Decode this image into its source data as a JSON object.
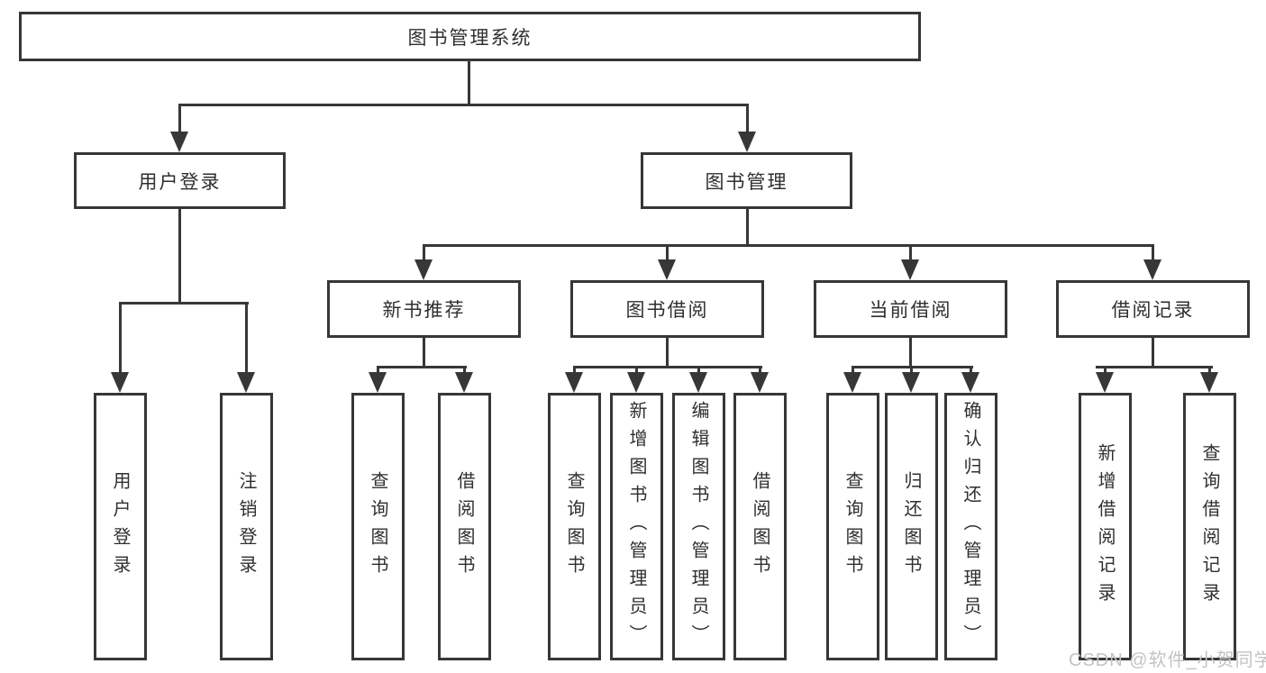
{
  "diagram_type": "function-structure-hierarchy",
  "colors": {
    "background": "#ffffff",
    "line": "#373737",
    "text": "#2f2f2f",
    "watermark": "#c3c3c3"
  },
  "tree": {
    "label": "图书管理系统",
    "children": [
      {
        "label": "用户登录",
        "children": [
          {
            "label": "用户登录"
          },
          {
            "label": "注销登录"
          }
        ]
      },
      {
        "label": "图书管理",
        "children": [
          {
            "label": "新书推荐",
            "children": [
              {
                "label": "查询图书"
              },
              {
                "label": "借阅图书"
              }
            ]
          },
          {
            "label": "图书借阅",
            "children": [
              {
                "label": "查询图书"
              },
              {
                "label": "新增图书（管理员）"
              },
              {
                "label": "编辑图书（管理员）"
              },
              {
                "label": "借阅图书"
              }
            ]
          },
          {
            "label": "当前借阅",
            "children": [
              {
                "label": "查询图书"
              },
              {
                "label": "归还图书"
              },
              {
                "label": "确认归还（管理员）"
              }
            ]
          },
          {
            "label": "借阅记录",
            "children": [
              {
                "label": "新增借阅记录"
              },
              {
                "label": "查询借阅记录"
              }
            ]
          }
        ]
      }
    ]
  },
  "watermark": {
    "text": "CSDN @软件_小贺同学"
  }
}
